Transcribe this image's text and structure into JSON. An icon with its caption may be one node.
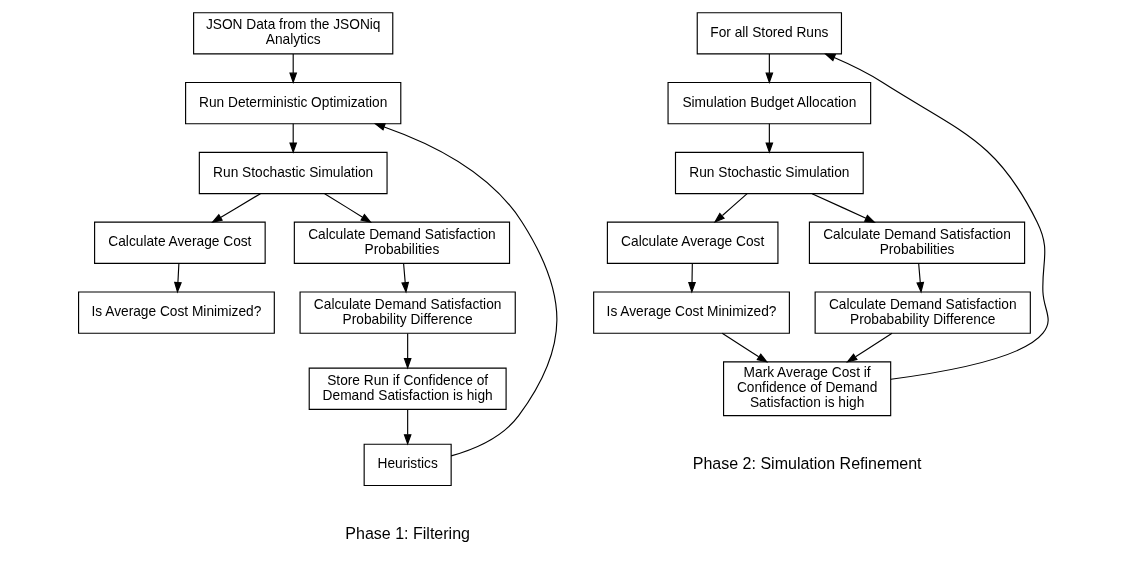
{
  "diagram": {
    "nodes": [
      {
        "text": [
          "JSON Data from the JSONiq Analytics"
        ]
      },
      {
        "text": [
          "Run Deterministic Optimization"
        ]
      },
      {
        "text": [
          "Run Stochastic Simulation"
        ]
      },
      {
        "text": [
          "Calculate Average Cost"
        ]
      },
      {
        "text": [
          "Calculate Demand Satisfaction Probabilities"
        ]
      },
      {
        "text": [
          "Is Average Cost Minimized?"
        ]
      },
      {
        "text": [
          "Calculate Demand Satisfaction Probability Difference"
        ]
      },
      {
        "text": [
          "Store Run if Confidence of Demand Satisfaction is high"
        ]
      },
      {
        "text": [
          "Heuristics"
        ]
      },
      {
        "text": [
          "For all Stored Runs"
        ]
      },
      {
        "text": [
          "Simulation Budget Allocation"
        ]
      },
      {
        "text": [
          "Run Stochastic Simulation"
        ]
      },
      {
        "text": [
          "Calculate Average Cost"
        ]
      },
      {
        "text": [
          "Calculate Demand Satisfaction Probabilities"
        ]
      },
      {
        "text": [
          "Is Average Cost Minimized?"
        ]
      },
      {
        "text": [
          "Calculate Demand Satisfaction Probabability Difference"
        ]
      },
      {
        "text": [
          "Mark Average Cost if Confidence of Demand Satisfaction is high"
        ]
      }
    ],
    "edges": [
      {
        "from": 0,
        "to": 1,
        "arrow": "to"
      },
      {
        "from": 1,
        "to": 2,
        "arrow": "to"
      },
      {
        "from": 2,
        "to": 3,
        "arrow": "to"
      },
      {
        "from": 2,
        "to": 4,
        "arrow": "to"
      },
      {
        "from": 3,
        "to": 5,
        "arrow": "to"
      },
      {
        "from": 4,
        "to": 6,
        "arrow": "to"
      },
      {
        "from": 6,
        "to": 7,
        "arrow": "to"
      },
      {
        "from": 7,
        "to": 8,
        "arrow": "to"
      },
      {
        "from": 8,
        "to": 1,
        "arrow": "to"
      },
      {
        "from": 9,
        "to": 10,
        "arrow": "to"
      },
      {
        "from": 10,
        "to": 11,
        "arrow": "to"
      },
      {
        "from": 11,
        "to": 12,
        "arrow": "to"
      },
      {
        "from": 11,
        "to": 13,
        "arrow": "to"
      },
      {
        "from": 12,
        "to": 14,
        "arrow": "to"
      },
      {
        "from": 13,
        "to": 15,
        "arrow": "to"
      },
      {
        "from": 14,
        "to": 16,
        "arrow": "to"
      },
      {
        "from": 15,
        "to": 16,
        "arrow": "to"
      },
      {
        "from": 16,
        "to": 9,
        "arrow": "to"
      }
    ],
    "labels": [
      "Phase 1: Filtering",
      "Phase 2: Simulation Refinement"
    ]
  }
}
